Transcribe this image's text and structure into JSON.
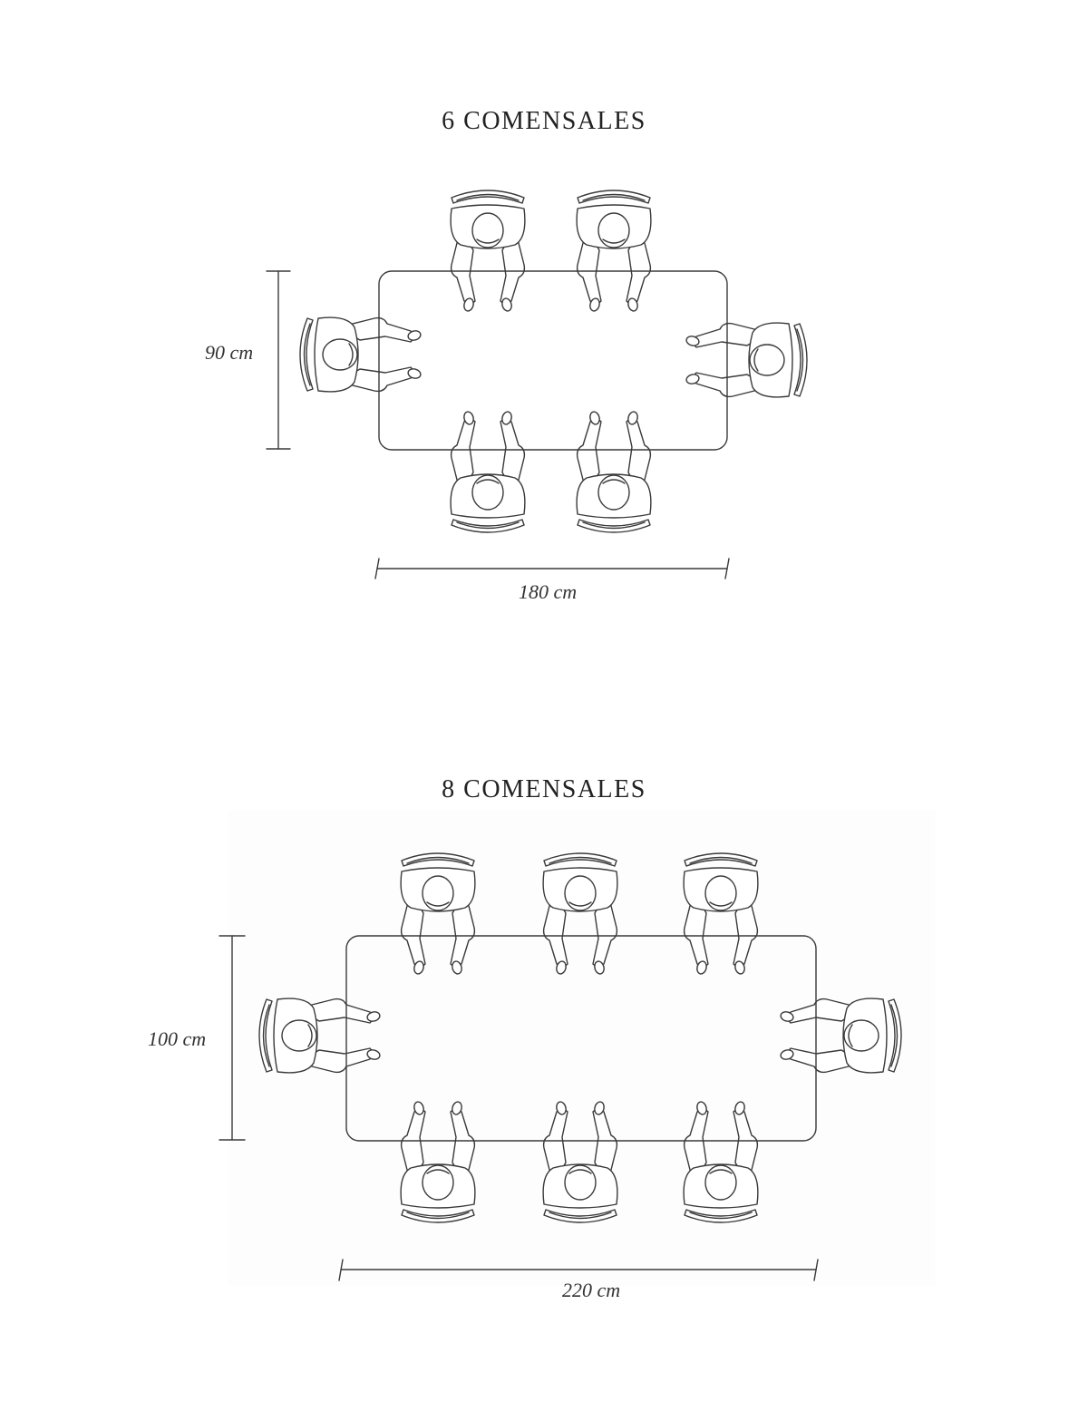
{
  "diagrams": [
    {
      "title": "6 COMENSALES",
      "depth_label": "90 cm",
      "width_label": "180 cm",
      "diners": 6
    },
    {
      "title": "8 COMENSALES",
      "depth_label": "100 cm",
      "width_label": "220 cm",
      "diners": 8
    }
  ],
  "colors": {
    "line": "#3a3a3a",
    "background": "#ffffff",
    "panel": "#fdfdfd"
  }
}
